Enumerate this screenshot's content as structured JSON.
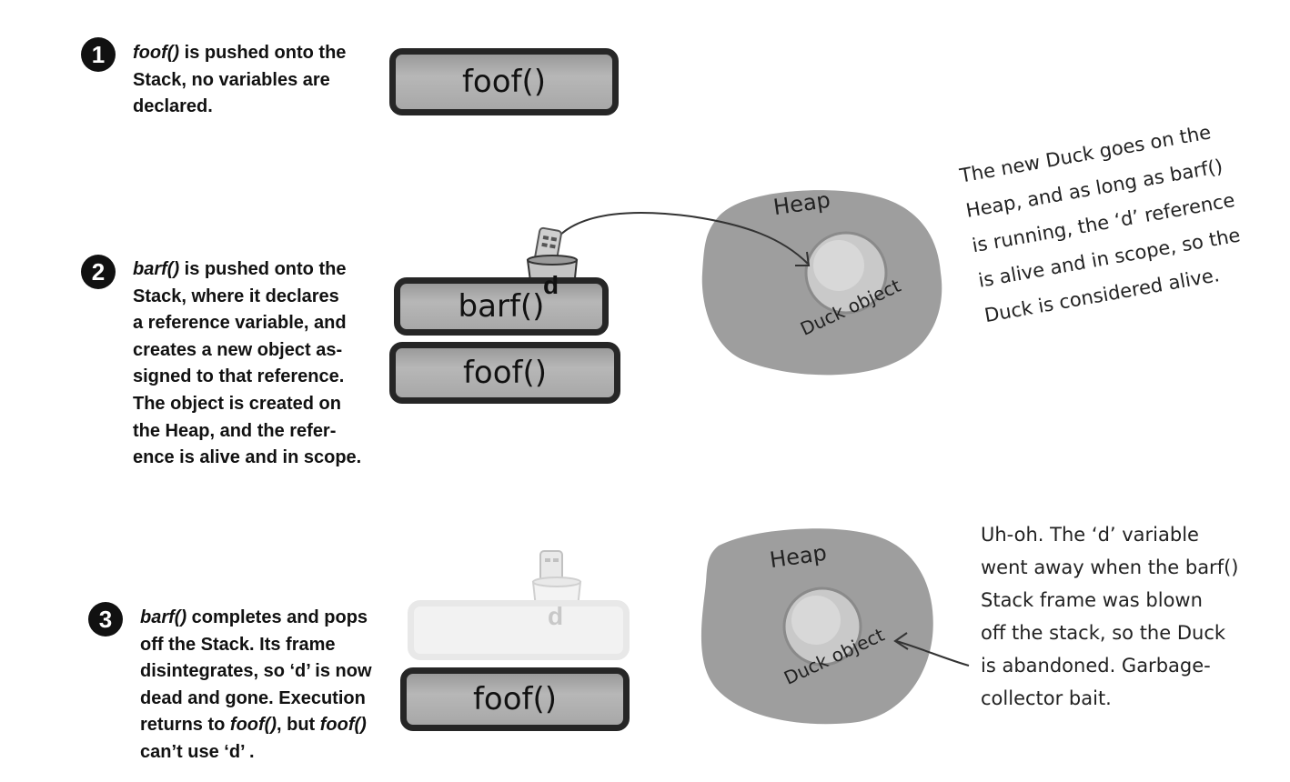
{
  "steps": [
    {
      "number": "1",
      "text_lines": [
        [
          {
            "t": "foof()",
            "i": true
          },
          {
            "t": " is pushed onto the"
          }
        ],
        [
          {
            "t": "Stack, no variables are"
          }
        ],
        [
          {
            "t": "declared."
          }
        ]
      ]
    },
    {
      "number": "2",
      "text_lines": [
        [
          {
            "t": "barf()",
            "i": true
          },
          {
            "t": " is pushed onto the"
          }
        ],
        [
          {
            "t": "Stack, where it declares"
          }
        ],
        [
          {
            "t": "a reference variable, and"
          }
        ],
        [
          {
            "t": "creates a new object as-"
          }
        ],
        [
          {
            "t": "signed to that reference."
          }
        ],
        [
          {
            "t": "The object is created on"
          }
        ],
        [
          {
            "t": "the Heap, and the refer-"
          }
        ],
        [
          {
            "t": "ence is alive and in scope."
          }
        ]
      ]
    },
    {
      "number": "3",
      "text_lines": [
        [
          {
            "t": "barf()",
            "i": true
          },
          {
            "t": " completes and pops"
          }
        ],
        [
          {
            "t": "off the Stack. Its frame"
          }
        ],
        [
          {
            "t": "disintegrates, so ‘d’ is now"
          }
        ],
        [
          {
            "t": "dead and gone. Execution"
          }
        ],
        [
          {
            "t": "returns to "
          },
          {
            "t": "foof()",
            "i": true
          },
          {
            "t": ", but "
          },
          {
            "t": "foof()",
            "i": true
          }
        ],
        [
          {
            "t": "can’t use ‘d’ ."
          }
        ]
      ]
    }
  ],
  "frames": {
    "foof": "foof()",
    "barf": "barf()"
  },
  "variable": "d",
  "heap": {
    "label": "Heap",
    "object_label": "Duck object"
  },
  "notes": {
    "alive": [
      "The new Duck goes on the",
      "Heap, and as long as barf()",
      "is running, the ‘d’ reference",
      "is alive and in scope, so the",
      "Duck is considered alive."
    ],
    "abandoned": [
      "Uh-oh. The ‘d’ variable",
      "went away when the barf()",
      "Stack frame was blown",
      "off the stack, so the Duck",
      "is abandoned. Garbage-",
      "collector bait."
    ]
  }
}
